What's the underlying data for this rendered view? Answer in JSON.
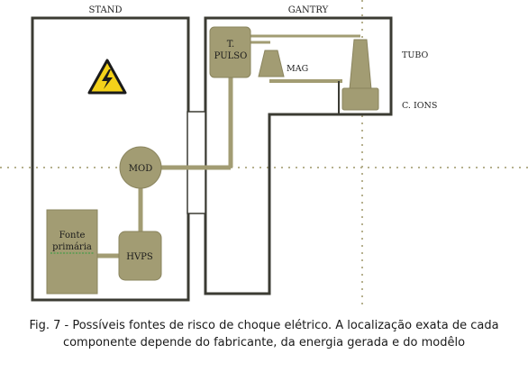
{
  "labels": {
    "stand": "STAND",
    "gantry": "GANTRY",
    "tubo": "TUBO",
    "c_ions": "C. IONS",
    "mag": "MAG",
    "t_pulso_line1": "T.",
    "t_pulso_line2": "PULSO",
    "mod": "MOD",
    "hvps": "HVPS",
    "fonte_line1": "Fonte",
    "fonte_line2": "primária"
  },
  "caption": {
    "line1": "Fig. 7 - Possíveis fontes de risco de choque elétrico. A localização exata de cada",
    "line2": "componente depende do fabricante, da energia gerada e do modêlo"
  },
  "icons": {
    "hazard": "high-voltage-warning-icon"
  },
  "colors": {
    "component_fill": "#a29c73",
    "component_stroke": "#8a845e",
    "frame_stroke": "#3b3b33",
    "frame_fill": "#ffffff",
    "dotted_line": "#b6b08e",
    "warning_yellow": "#f4d21a"
  }
}
